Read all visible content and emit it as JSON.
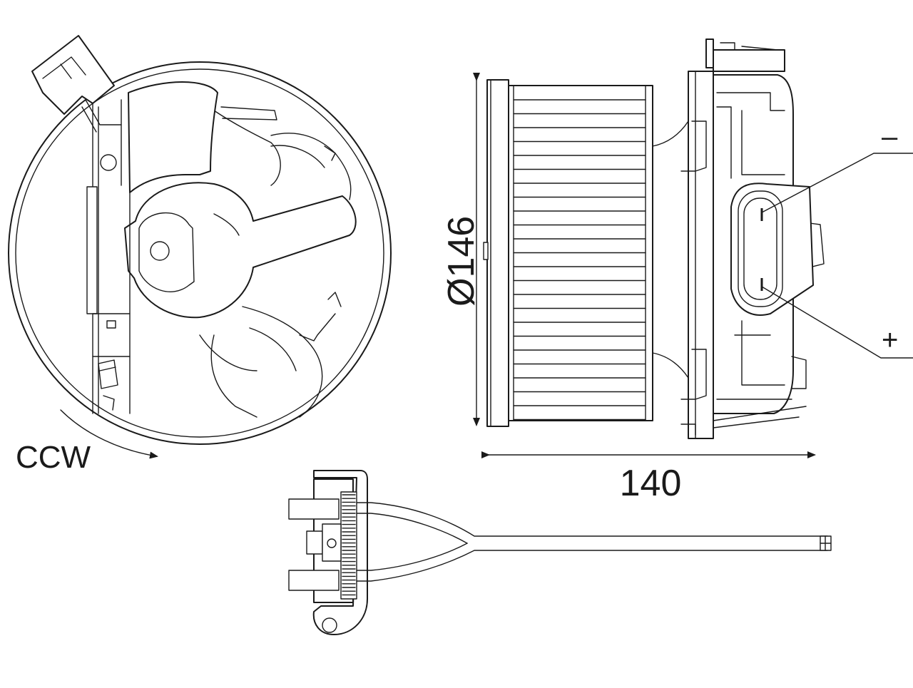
{
  "labels": {
    "rotation": "CCW",
    "diameter": "Ø146",
    "length": "140",
    "terminal_negative": "–",
    "terminal_positive": "+"
  },
  "colors": {
    "line": "#1a1a1a",
    "background": "#ffffff"
  }
}
